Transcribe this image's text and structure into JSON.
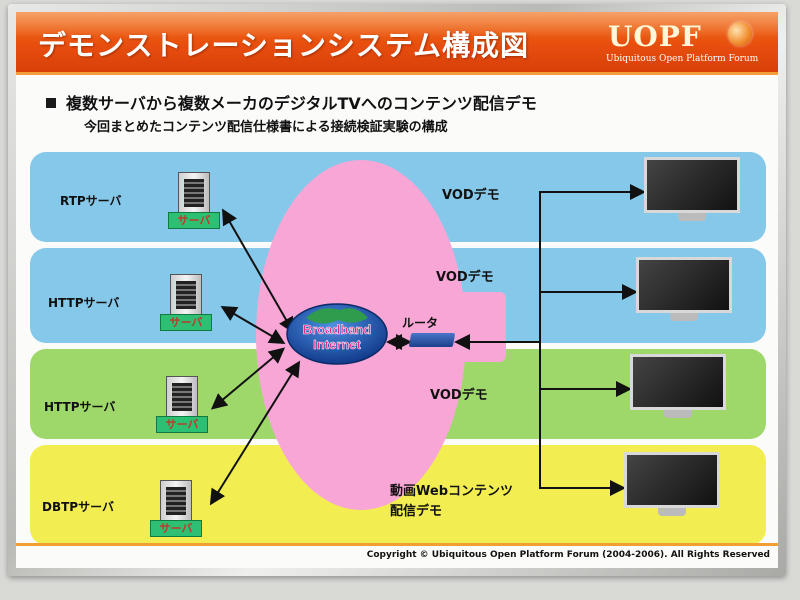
{
  "header": {
    "title": "デモンストレーションシステム構成図",
    "logo": "UOPF",
    "logo_sub": "Ubiquitous Open Platform Forum"
  },
  "subtitle": "複数サーバから複数メーカのデジタルTVへのコンテンツ配信デモ",
  "subline": "今回まとめたコンテンツ配信仕様書による接続検証実験の構成",
  "servers": [
    {
      "label": "RTPサーバ",
      "tag": "サーバ"
    },
    {
      "label": "HTTPサーバ",
      "tag": "サーバ"
    },
    {
      "label": "HTTPサーバ",
      "tag": "サーバ"
    },
    {
      "label": "DBTPサーバ",
      "tag": "サーバ"
    }
  ],
  "demos": [
    "VODデモ",
    "VODデモ",
    "VODデモ",
    "動画Webコンテンツ",
    "配信デモ"
  ],
  "network": {
    "globe_line1": "Broadband",
    "globe_line2": "Internet",
    "router_label": "ルータ"
  },
  "footer": {
    "copyright": "Copyright © Ubiquitous Open Platform Forum (2004-2006). All Rights Reserved"
  },
  "colors": {
    "header": "#e84e0e",
    "band_blue": "#86c8ea",
    "band_green": "#9ed86a",
    "band_yellow": "#f2ee52",
    "cloud_pink": "#f7a6d6",
    "server_tag": "#2dbf72"
  }
}
